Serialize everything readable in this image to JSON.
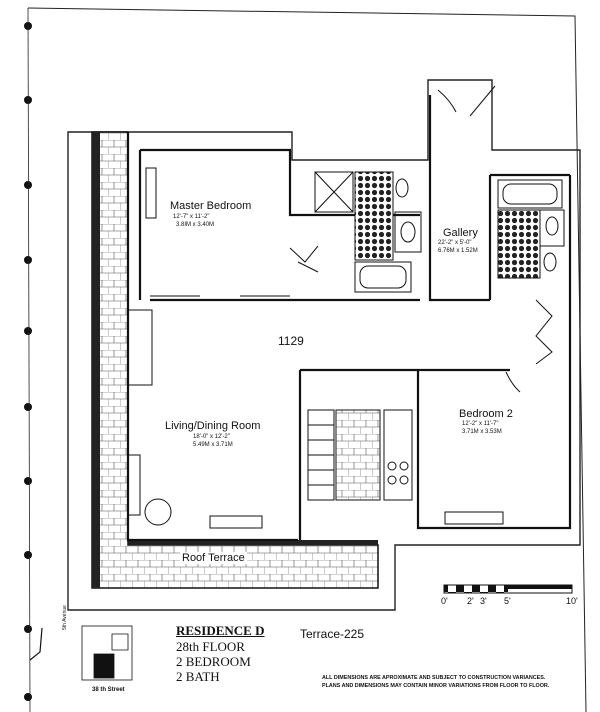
{
  "rooms": {
    "master_bedroom": {
      "name": "Master Bedroom",
      "dims": "12'-7\" x 11'-2\"",
      "metric": "3.8IM x 3.40M"
    },
    "gallery": {
      "name": "Gallery",
      "dims": "22'-2\" x 5'-0\"",
      "metric": "6.76M x 1.52M"
    },
    "living": {
      "name": "Living/Dining Room",
      "dims": "18'-0\" x 12'-2\"",
      "metric": "5.49M x 3.71M"
    },
    "bedroom2": {
      "name": "Bedroom 2",
      "dims": "12'-2\" x 11'-7\"",
      "metric": "3.71M x 3.53M"
    },
    "roof_terrace": {
      "name": "Roof Terrace"
    }
  },
  "unit_area": "1129",
  "scale": {
    "ticks": [
      "0'",
      "2'",
      "3'",
      "5'",
      "10'"
    ]
  },
  "residence": {
    "title": "RESIDENCE D",
    "floor": "28th FLOOR",
    "bedrooms": "2 BEDROOM",
    "baths": "2 BATH",
    "terrace": "Terrace-225"
  },
  "keyplan": {
    "avenue": "5th Avenue",
    "street": "38 th Street"
  },
  "disclaimer": {
    "line1": "ALL DIMENSIONS ARE APROXIMATE AND SUBJECT TO CONSTRUCTION VARIANCES.",
    "line2": "PLANS AND DIMENSIONS MAY CONTAIN MINOR VARIATIONS FROM FLOOR TO FLOOR."
  }
}
